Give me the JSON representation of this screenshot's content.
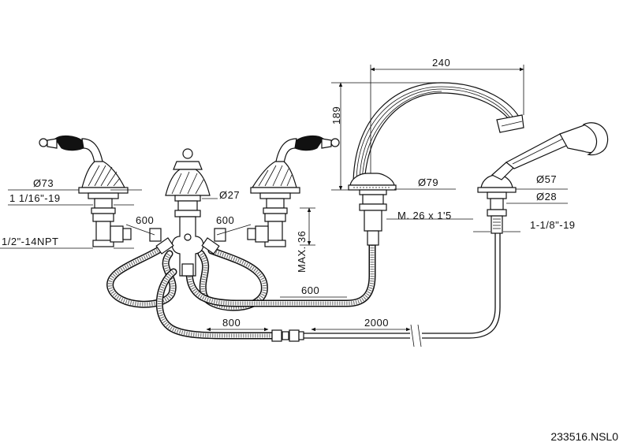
{
  "dimensions": {
    "spout_reach": "240",
    "spout_height": "189",
    "handle_dia": "Ø73",
    "handle_thread": "1 1/16\"-19",
    "inlet_thread": "1/2\"-14NPT",
    "left_hose": "600",
    "center_dia": "Ø27",
    "right_hose": "600",
    "max_deck": "MAX. 36",
    "spout_dia": "Ø79",
    "spout_thread": "M. 26 x 1'5",
    "shower_dia": "Ø57",
    "shower_base_dia": "Ø28",
    "shower_thread": "1-1/8\"-19",
    "spout_hose": "600",
    "mixer_hose": "800",
    "shower_hose": "2000"
  },
  "product_code": "233516.NSL0"
}
